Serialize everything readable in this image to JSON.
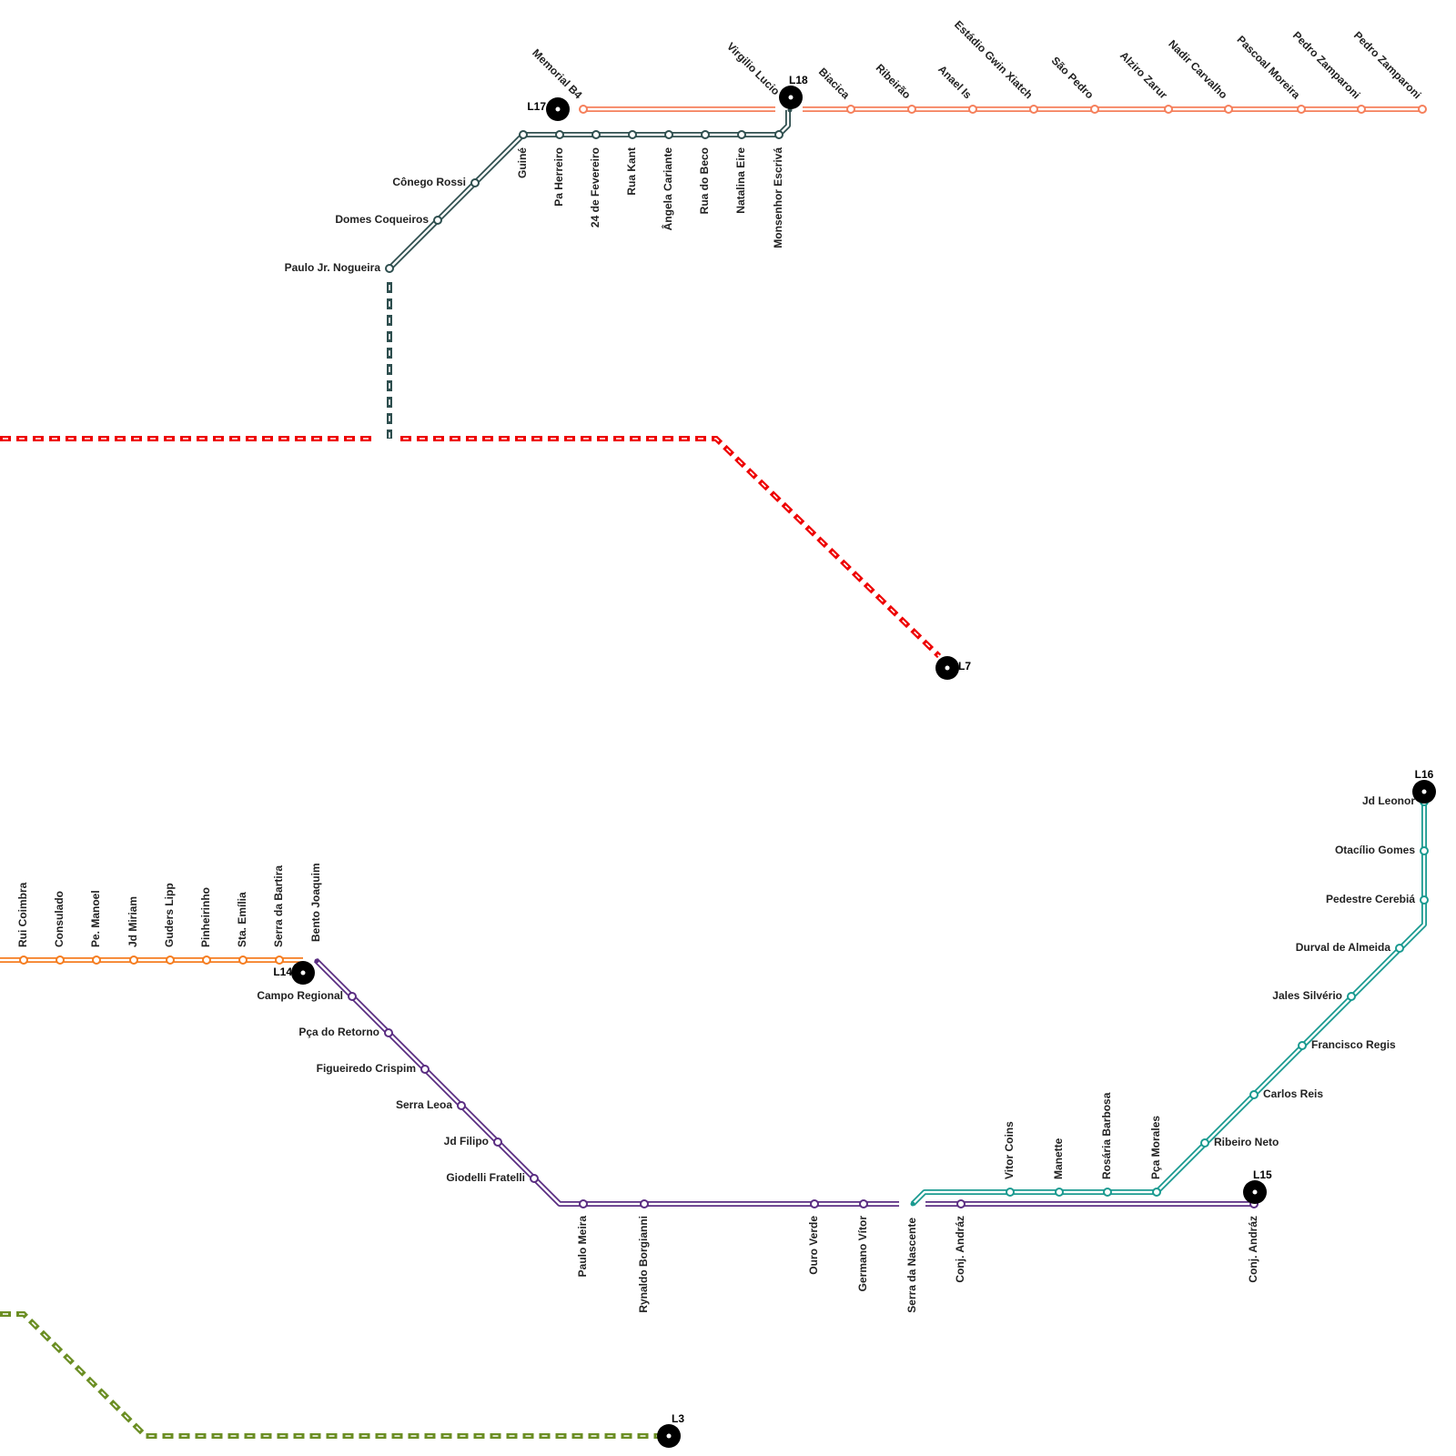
{
  "map": {
    "lines": [
      {
        "id": "L17",
        "color": "#2f4f4f",
        "stations": [
          "Paulo Jr. Nogueira",
          "Domes Coqueiros",
          "Cônego Rossi",
          "Guiné",
          "Pa Herreiro",
          "24 de Fevereiro",
          "Rua Kant",
          "Ângela Cariante",
          "Rua do Beco",
          "Natalina Eire",
          "Monsenhor Escrivá"
        ]
      },
      {
        "id": "L18",
        "color": "#f57f5b",
        "stations": [
          "Memorial B4",
          "Virgilio Lucio",
          "Biacica",
          "Ribeirão",
          "Anael Is",
          "Estádio Gwin Xiatch",
          "São Pedro",
          "Alziro Zarur",
          "Nadir Carvalho",
          "Pascoal Moreira",
          "Pedro Zamparoni",
          "Pedro Zamparoni"
        ]
      },
      {
        "id": "L7",
        "color": "#ee0000",
        "style": "dashed",
        "stations": []
      },
      {
        "id": "L14",
        "color": "#f57c1f",
        "stations": [
          "Rui Coimbra",
          "Consulado",
          "Pe. Manoel",
          "Jd Miriam",
          "Guders Lipp",
          "Pinheirinho",
          "Sta. Emília",
          "Serra da Bartira"
        ]
      },
      {
        "id": "L15",
        "color": "#5a2d82",
        "stations": [
          "Bento Joaquim",
          "Campo Regional",
          "Pça do Retorno",
          "Figueiredo Crispim",
          "Serra Leoa",
          "Jd Filipo",
          "Giodelli Fratelli",
          "Paulo Meira",
          "Rynaldo Borgianni",
          "Ouro Verde",
          "Germano Vítor",
          "Conj. Andráz",
          "Conj. Andráz"
        ]
      },
      {
        "id": "L16",
        "color": "#1a9a90",
        "stations": [
          "Serra da Nascente",
          "Vitor Coins",
          "Manette",
          "Rosária Barbosa",
          "Pça Morales",
          "Ribeiro Neto",
          "Carlos Reis",
          "Francisco Regis",
          "Jales Silvério",
          "Durval de Almeida",
          "Pedestre Cerebiá",
          "Otacílio Gomes",
          "Jd Leonor"
        ]
      },
      {
        "id": "L3",
        "color": "#6b8e23",
        "style": "dashed",
        "stations": []
      }
    ],
    "terminal_labels": {
      "L17": "L17",
      "L18": "L18",
      "L7": "L7",
      "L14": "L14",
      "L15": "L15",
      "L16": "L16",
      "L3": "L3"
    }
  }
}
